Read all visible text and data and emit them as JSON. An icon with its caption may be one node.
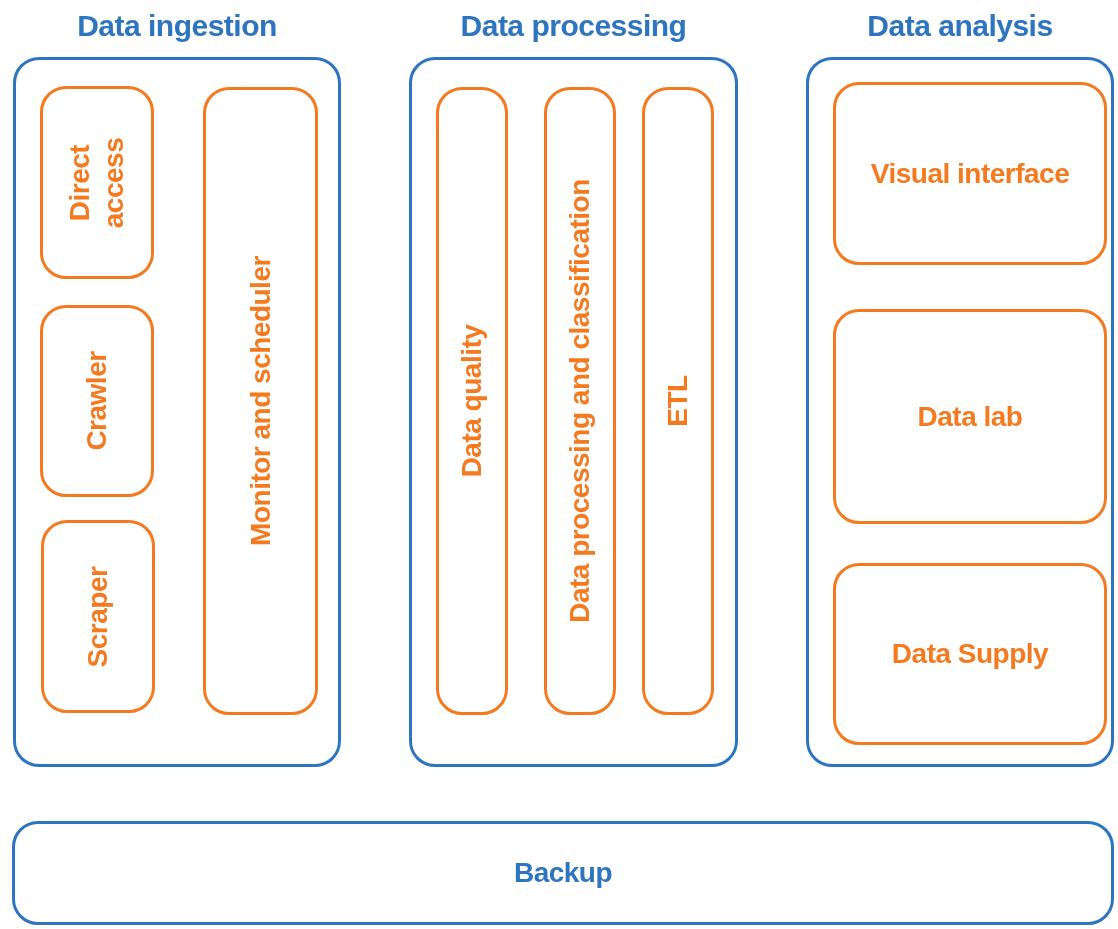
{
  "diagram": {
    "nodes": [
      {
        "text": [
          "Data ingestion"
        ]
      },
      {
        "text": [
          "Direct access"
        ],
        "in": 0
      },
      {
        "text": [
          "Crawler"
        ],
        "in": 0
      },
      {
        "text": [
          "Scraper"
        ],
        "in": 0
      },
      {
        "text": [
          "Monitor and scheduler"
        ],
        "in": 0
      },
      {
        "text": [
          "Data processing"
        ]
      },
      {
        "text": [
          "Data quality"
        ],
        "in": 5
      },
      {
        "text": [
          "Data processing and classification"
        ],
        "in": 5
      },
      {
        "text": [
          "ETL"
        ],
        "in": 5
      },
      {
        "text": [
          "Data analysis"
        ]
      },
      {
        "text": [
          "Visual interface"
        ],
        "in": 9
      },
      {
        "text": [
          "Data lab"
        ],
        "in": 9
      },
      {
        "text": [
          "Data Supply"
        ],
        "in": 9
      },
      {
        "text": [
          "Backup"
        ]
      }
    ]
  }
}
